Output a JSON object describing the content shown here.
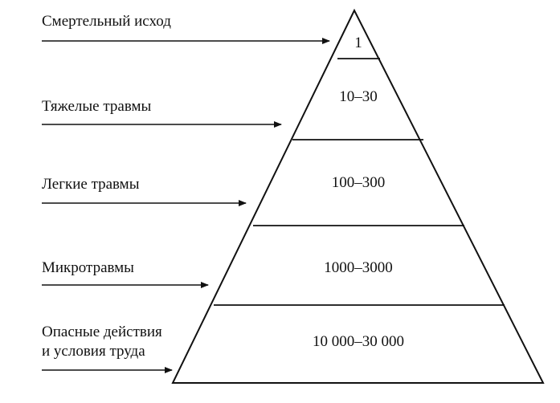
{
  "colors": {
    "ink": "#111111",
    "background": "#ffffff"
  },
  "levels": [
    {
      "label_lines": [
        "Смертельный исход"
      ],
      "value": "1"
    },
    {
      "label_lines": [
        "Тяжелые травмы"
      ],
      "value": "10–30"
    },
    {
      "label_lines": [
        "Легкие травмы"
      ],
      "value": "100–300"
    },
    {
      "label_lines": [
        "Микротравмы"
      ],
      "value": "1000–3000"
    },
    {
      "label_lines": [
        "Опасные действия",
        "и условия труда"
      ],
      "value": "10 000–30 000"
    }
  ]
}
